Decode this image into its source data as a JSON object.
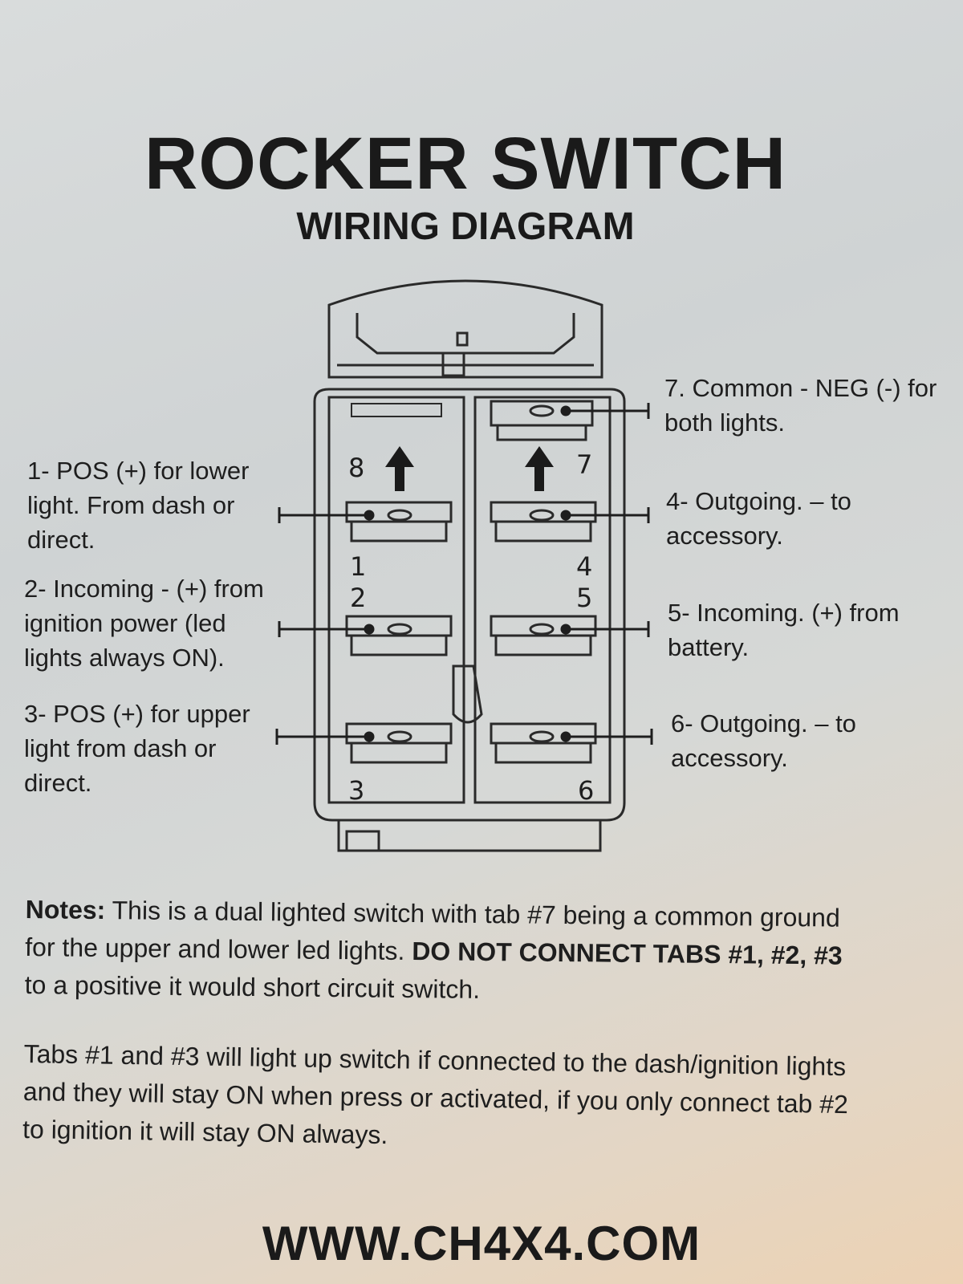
{
  "title": "ROCKER SWITCH",
  "subtitle": "WIRING DIAGRAM",
  "pin_numbers": {
    "p1": "1",
    "p2": "2",
    "p3": "3",
    "p4": "4",
    "p5": "5",
    "p6": "6",
    "p7": "7",
    "p8": "8"
  },
  "labels": {
    "l1": "1- POS (+) for lower light. From dash or direct.",
    "l2": "2- Incoming - (+) from ignition power (led lights always ON).",
    "l3": "3- POS (+) for upper light from dash or direct.",
    "l7": "7. Common - NEG (-) for both lights.",
    "l4": "4- Outgoing. – to accessory.",
    "l5": "5- Incoming. (+) from battery.",
    "l6": "6- Outgoing. – to accessory."
  },
  "notes": {
    "heading": "Notes:",
    "line1": " This is a dual lighted switch with tab #7 being a common ground",
    "line2a": "for the upper and lower led lights. ",
    "line2b": "DO NOT CONNECT TABS #1, #2, #3",
    "line3": "to a positive it would short circuit switch.",
    "para2_line1": "Tabs #1 and #3 will light up switch if connected to the dash/ignition lights",
    "para2_line2": "and they will stay ON when press or activated, if you only connect tab #2",
    "para2_line3": "to ignition it will stay ON always."
  },
  "website": "WWW.CH4X4.COM"
}
